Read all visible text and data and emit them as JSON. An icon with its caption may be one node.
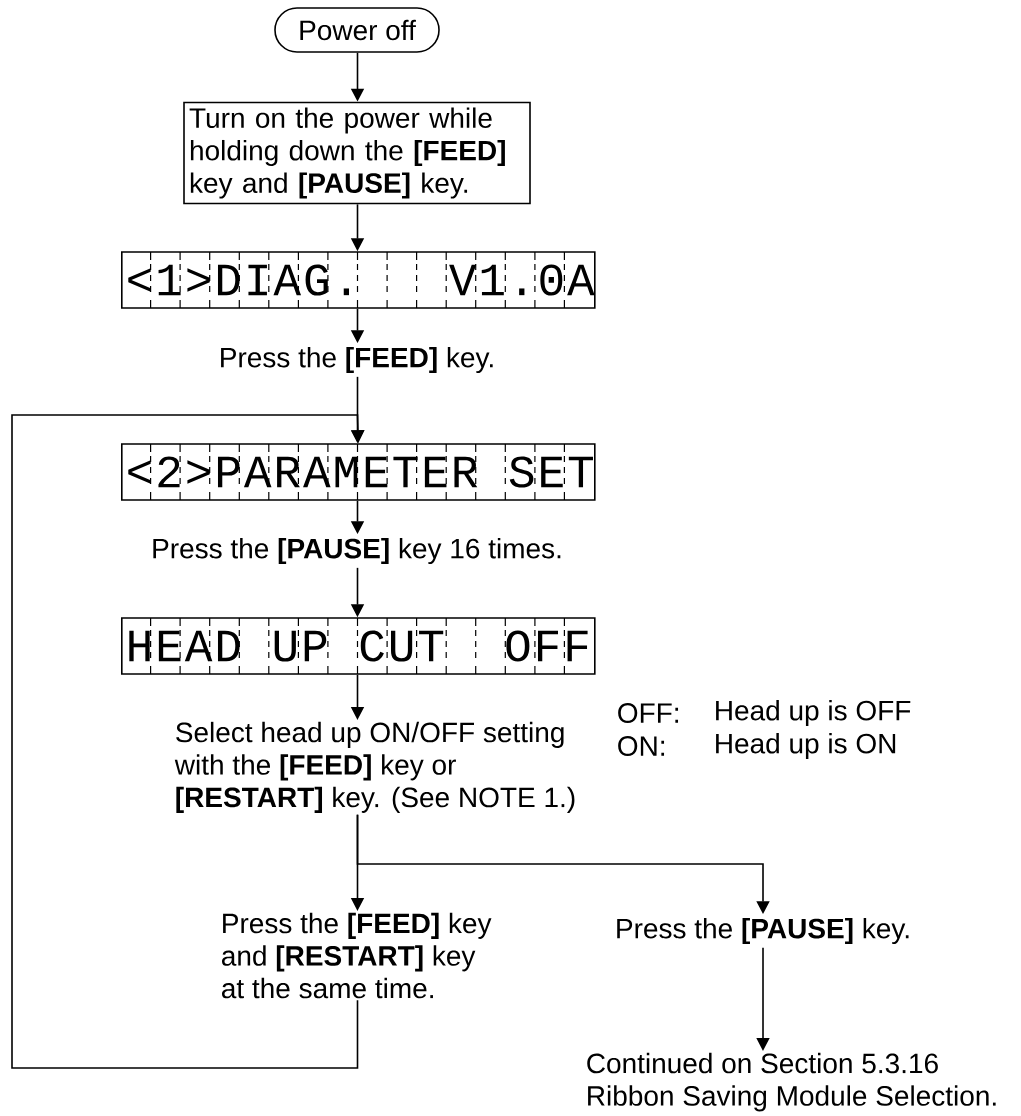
{
  "diagram": {
    "nodes": [
      {
        "text": [
          "Power off"
        ]
      },
      {
        "text": [
          "Turn on the power while holding down the **[FEED]** key and **[PAUSE]** key."
        ]
      },
      {
        "text": [
          "<1>DIAG.   V1.0A"
        ]
      },
      {
        "text": [
          "Press the **[FEED]** key."
        ]
      },
      {
        "text": [
          "<2>PARAMETER SET"
        ]
      },
      {
        "text": [
          "Press the **[PAUSE]** key 16 times."
        ]
      },
      {
        "text": [
          "HEAD UP CUT  OFF"
        ]
      },
      {
        "text": [
          "Select head up ON/OFF setting with the **[FEED]** key or **[RESTART]** key. (See NOTE 1.)"
        ]
      },
      {
        "text": [
          "Press the **[FEED]** key and **[RESTART]** key at the same time."
        ]
      },
      {
        "text": [
          "Press the **[PAUSE]** key."
        ]
      },
      {
        "text": [
          "Continued on Section 5.3.16 Ribbon Saving Module Selection."
        ]
      }
    ],
    "edges": [
      {
        "from": 0,
        "to": 1,
        "arrow": "to"
      },
      {
        "from": 1,
        "to": 2,
        "arrow": "to"
      },
      {
        "from": 2,
        "to": 3,
        "arrow": "to"
      },
      {
        "from": 3,
        "to": 4,
        "arrow": "to"
      },
      {
        "from": 4,
        "to": 5,
        "arrow": "to"
      },
      {
        "from": 5,
        "to": 6,
        "arrow": "to"
      },
      {
        "from": 6,
        "to": 7,
        "arrow": "to"
      },
      {
        "from": 7,
        "to": 8,
        "arrow": "to"
      },
      {
        "from": 7,
        "to": 9,
        "arrow": "to"
      },
      {
        "from": 9,
        "to": 10,
        "arrow": "to"
      },
      {
        "from": 8,
        "to": 4,
        "arrow": "to"
      }
    ],
    "labels": [
      "OFF:",
      "Head up is OFF",
      "ON:",
      "Head up is ON"
    ]
  }
}
